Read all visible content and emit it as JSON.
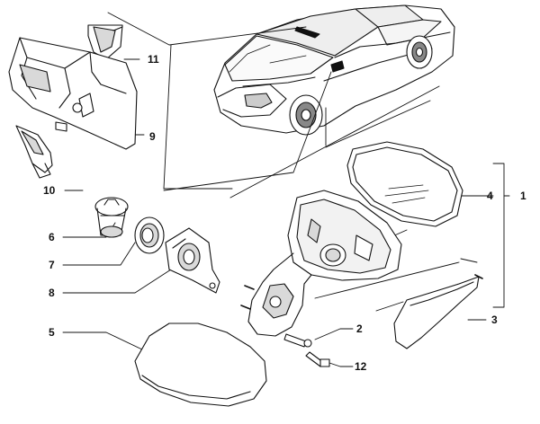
{
  "callouts": [
    {
      "id": "c1",
      "text": "1"
    },
    {
      "id": "c2",
      "text": "2"
    },
    {
      "id": "c3",
      "text": "3"
    },
    {
      "id": "c4",
      "text": "4"
    },
    {
      "id": "c5",
      "text": "5"
    },
    {
      "id": "c6",
      "text": "6"
    },
    {
      "id": "c7",
      "text": "7"
    },
    {
      "id": "c8",
      "text": "8"
    },
    {
      "id": "c9",
      "text": "9"
    },
    {
      "id": "c10",
      "text": "10"
    },
    {
      "id": "c11",
      "text": "11"
    },
    {
      "id": "c12",
      "text": "12"
    }
  ],
  "colors": {
    "ink": "#111111",
    "paper": "#ffffff",
    "shade": "#d9d9d9"
  }
}
